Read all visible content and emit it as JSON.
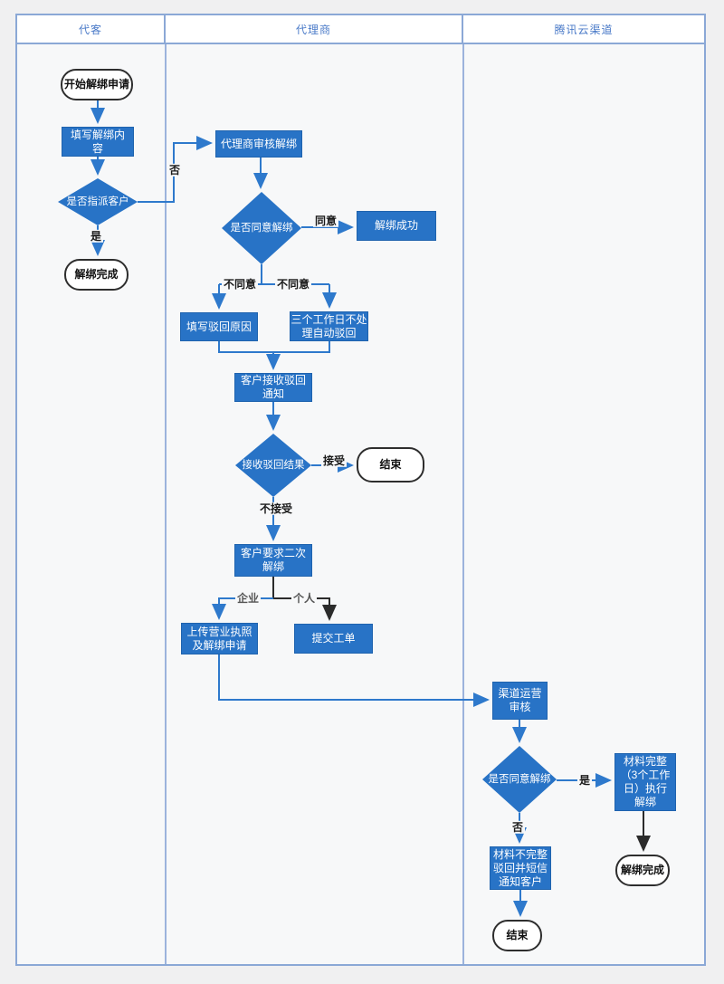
{
  "lanes": [
    {
      "label": "代客"
    },
    {
      "label": "代理商"
    },
    {
      "label": "腾讯云渠道"
    }
  ],
  "nodes": {
    "start": "开始解绑申请",
    "fill_content": "填写解绑内\n容",
    "assign_decision": "是否指派客户",
    "unbind_done_1": "解绑完成",
    "agent_review": "代理商审核解绑",
    "agree_decision_1": "是否同意解绑",
    "unbind_success": "解绑成功",
    "fill_reject_reason": "填写驳回原因",
    "auto_reject": "三个工作日不处\n理自动驳回",
    "customer_receive": "客户接收驳回\n通知",
    "receive_result_decision": "接收驳回结果",
    "end_1": "结束",
    "second_unbind": "客户要求二次\n解绑",
    "upload_license": "上传营业执照\n及解绑申请",
    "submit_ticket": "提交工单",
    "channel_review": "渠道运营\n审核",
    "agree_decision_2": "是否同意解绑",
    "material_complete": "材料完整\n（3个工作\n日）执行\n解绑",
    "material_incomplete": "材料不完整\n驳回并短信\n通知客户",
    "end_2": "结束",
    "unbind_done_2": "解绑完成"
  },
  "edge_labels": {
    "no1": "否",
    "yes1": "是",
    "agree": "同意",
    "disagree_left": "不同意",
    "disagree_right": "不同意",
    "accept": "接受",
    "not_accept": "不接受",
    "enterprise": "企业",
    "personal": "个人",
    "yes2": "是",
    "no2": "否"
  },
  "colors": {
    "shape_fill": "#2873c6",
    "connector_blue": "#2e79cc",
    "connector_black": "#2b2b2b",
    "lane_border": "#8ba8d6",
    "header_text": "#4a7ac8",
    "lane_background": "#f7f8f9"
  }
}
